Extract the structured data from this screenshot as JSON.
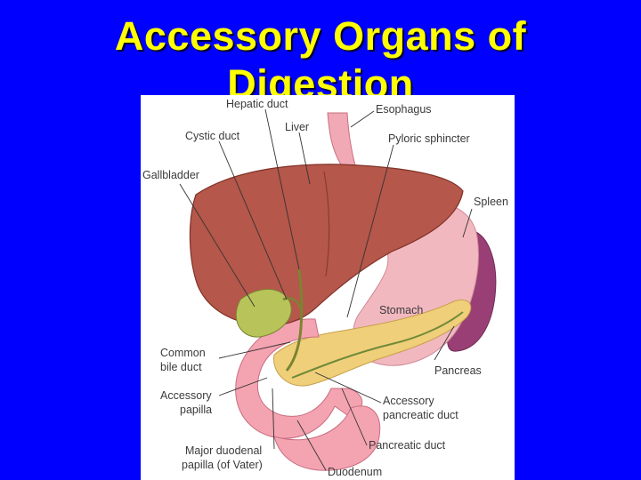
{
  "slide": {
    "title_line1": "Accessory Organs of",
    "title_line2": "Digestion"
  },
  "figure": {
    "labels": {
      "hepatic_duct": "Hepatic duct",
      "esophagus": "Esophagus",
      "cystic_duct": "Cystic duct",
      "liver": "Liver",
      "pyloric_sphincter": "Pyloric sphincter",
      "gallbladder": "Gallbladder",
      "spleen": "Spleen",
      "stomach": "Stomach",
      "common_bile_duct_1": "Common",
      "common_bile_duct_2": "bile duct",
      "pancreas": "Pancreas",
      "accessory_papilla_1": "Accessory",
      "accessory_papilla_2": "papilla",
      "accessory_pancreatic_duct_1": "Accessory",
      "accessory_pancreatic_duct_2": "pancreatic duct",
      "major_duodenal_papilla_1": "Major duodenal",
      "major_duodenal_papilla_2": "papilla (of Vater)",
      "pancreatic_duct": "Pancreatic duct",
      "duodenum": "Duodenum"
    }
  },
  "colors": {
    "background": "#0000ff",
    "title": "#ffff00",
    "liver": "#b5574a",
    "stomach": "#f2b8c0",
    "spleen": "#9a3f76",
    "pancreas": "#f0cf7a",
    "gallbladder": "#b8c45a"
  }
}
